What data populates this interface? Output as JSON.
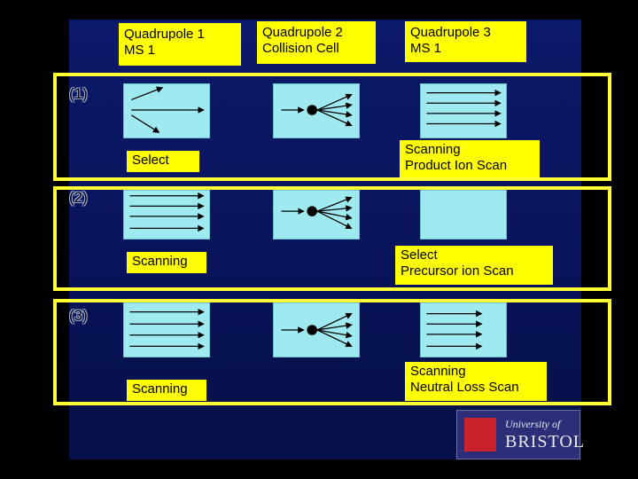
{
  "headers": {
    "q1": "Quadrupole 1\nMS 1",
    "q2": "Quadrupole 2\nCollision Cell",
    "q3": "Quadrupole 3\nMS 1"
  },
  "rows": [
    {
      "number": "(1)",
      "q1_mode": "Select",
      "scan_label": "Scanning\nProduct Ion Scan"
    },
    {
      "number": "(2)",
      "q1_mode": "Scanning",
      "scan_label": "Select\nPrecursor ion Scan"
    },
    {
      "number": "(3)",
      "q1_mode": "Scanning",
      "scan_label": "Scanning\nNeutral Loss Scan"
    }
  ],
  "logo": {
    "line1": "University of",
    "line2": "BRISTOL"
  },
  "colors": {
    "background": "#000000",
    "panel": "#0c1a6a",
    "highlight": "#ffff00",
    "quad_box": "#9feaf0",
    "arrow": "#000000"
  }
}
